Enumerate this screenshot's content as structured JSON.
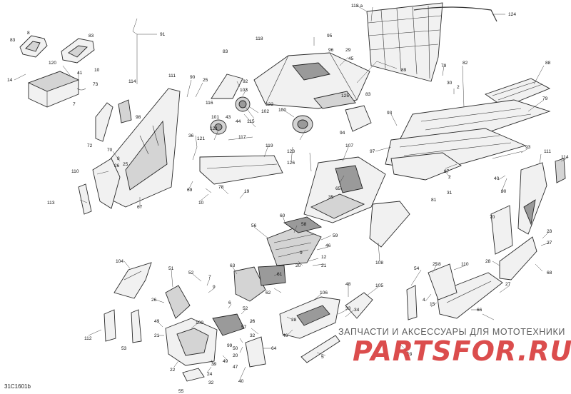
{
  "diagram_code": "31C1601b",
  "watermark": {
    "tagline": "ЗАПЧАСТИ И АКСЕССУАРЫ ДЛЯ МОТОТЕХНИКИ",
    "logo": "PARTSFOR.RU",
    "color": "#d83a3a"
  },
  "callouts": [
    {
      "id": "c118a",
      "label": "118 a"
    },
    {
      "id": "c124",
      "label": "124"
    },
    {
      "id": "c83a",
      "label": "83"
    },
    {
      "id": "c8",
      "label": "8"
    },
    {
      "id": "c83b",
      "label": "83"
    },
    {
      "id": "c91",
      "label": "91"
    },
    {
      "id": "c95",
      "label": "95"
    },
    {
      "id": "c96",
      "label": "96"
    },
    {
      "id": "c29a",
      "label": "29"
    },
    {
      "id": "c45",
      "label": "45"
    },
    {
      "id": "c118",
      "label": "118"
    },
    {
      "id": "c89",
      "label": "89"
    },
    {
      "id": "c82",
      "label": "82"
    },
    {
      "id": "c79a",
      "label": "79"
    },
    {
      "id": "c88",
      "label": "88"
    },
    {
      "id": "c120",
      "label": "120"
    },
    {
      "id": "c41",
      "label": "41"
    },
    {
      "id": "c10a",
      "label": "10"
    },
    {
      "id": "c14",
      "label": "14"
    },
    {
      "id": "c73",
      "label": "73"
    },
    {
      "id": "c7a",
      "label": "7"
    },
    {
      "id": "c83c",
      "label": "83"
    },
    {
      "id": "c30",
      "label": "30"
    },
    {
      "id": "c2a",
      "label": "2"
    },
    {
      "id": "c111a",
      "label": "111"
    },
    {
      "id": "c90a",
      "label": "90"
    },
    {
      "id": "c25a",
      "label": "25"
    },
    {
      "id": "c92",
      "label": "92"
    },
    {
      "id": "c103",
      "label": "103"
    },
    {
      "id": "c125",
      "label": "125"
    },
    {
      "id": "c83d",
      "label": "83"
    },
    {
      "id": "c79b",
      "label": "79"
    },
    {
      "id": "c114a",
      "label": "114"
    },
    {
      "id": "c116",
      "label": "116"
    },
    {
      "id": "c122",
      "label": "122"
    },
    {
      "id": "c102",
      "label": "102"
    },
    {
      "id": "c100",
      "label": "100"
    },
    {
      "id": "c98",
      "label": "98"
    },
    {
      "id": "c101",
      "label": "101"
    },
    {
      "id": "c43",
      "label": "43"
    },
    {
      "id": "c44",
      "label": "44"
    },
    {
      "id": "c115",
      "label": "115"
    },
    {
      "id": "c93a",
      "label": "93"
    },
    {
      "id": "c94",
      "label": "94"
    },
    {
      "id": "c72",
      "label": "72"
    },
    {
      "id": "c36",
      "label": "36"
    },
    {
      "id": "c121a",
      "label": "121"
    },
    {
      "id": "c121b",
      "label": "121"
    },
    {
      "id": "c117",
      "label": "117"
    },
    {
      "id": "c97",
      "label": "97"
    },
    {
      "id": "c93b",
      "label": "93"
    },
    {
      "id": "c70a",
      "label": "70"
    },
    {
      "id": "c8b",
      "label": "8"
    },
    {
      "id": "c119",
      "label": "119"
    },
    {
      "id": "c123",
      "label": "123"
    },
    {
      "id": "c107",
      "label": "107"
    },
    {
      "id": "c111b",
      "label": "111"
    },
    {
      "id": "c114b",
      "label": "114"
    },
    {
      "id": "c110a",
      "label": "110"
    },
    {
      "id": "c26a",
      "label": "26"
    },
    {
      "id": "c25b",
      "label": "25"
    },
    {
      "id": "c126",
      "label": "126"
    },
    {
      "id": "c87",
      "label": "87"
    },
    {
      "id": "c2b",
      "label": "2"
    },
    {
      "id": "c69",
      "label": "69"
    },
    {
      "id": "c78",
      "label": "78"
    },
    {
      "id": "c19",
      "label": "19"
    },
    {
      "id": "c65",
      "label": "65"
    },
    {
      "id": "c31",
      "label": "31"
    },
    {
      "id": "c81",
      "label": "81"
    },
    {
      "id": "c40a",
      "label": "40"
    },
    {
      "id": "c90b",
      "label": "90"
    },
    {
      "id": "c113",
      "label": "113"
    },
    {
      "id": "c67",
      "label": "67"
    },
    {
      "id": "c10b",
      "label": "10"
    },
    {
      "id": "c35",
      "label": "35"
    },
    {
      "id": "c60",
      "label": "60"
    },
    {
      "id": "c58",
      "label": "58"
    },
    {
      "id": "c70b",
      "label": "70"
    },
    {
      "id": "c56",
      "label": "56"
    },
    {
      "id": "c59",
      "label": "59"
    },
    {
      "id": "c46a",
      "label": "46"
    },
    {
      "id": "c23",
      "label": "23"
    },
    {
      "id": "c27a",
      "label": "27"
    },
    {
      "id": "c9a",
      "label": "9"
    },
    {
      "id": "c12",
      "label": "12"
    },
    {
      "id": "c20a",
      "label": "20"
    },
    {
      "id": "c21a",
      "label": "21"
    },
    {
      "id": "c108",
      "label": "108"
    },
    {
      "id": "c104",
      "label": "104"
    },
    {
      "id": "c63",
      "label": "63"
    },
    {
      "id": "c61",
      "label": "61"
    },
    {
      "id": "c28a",
      "label": "28"
    },
    {
      "id": "c54",
      "label": "54"
    },
    {
      "id": "c110b",
      "label": "110"
    },
    {
      "id": "c68",
      "label": "68"
    },
    {
      "id": "c51",
      "label": "51"
    },
    {
      "id": "c52a",
      "label": "52"
    },
    {
      "id": "c7b",
      "label": "7"
    },
    {
      "id": "c8c",
      "label": "8"
    },
    {
      "id": "c9b",
      "label": "9"
    },
    {
      "id": "c62",
      "label": "62"
    },
    {
      "id": "c48",
      "label": "48"
    },
    {
      "id": "c105",
      "label": "105"
    },
    {
      "id": "c25c",
      "label": "25"
    },
    {
      "id": "c27b",
      "label": "27"
    },
    {
      "id": "c26b",
      "label": "26"
    },
    {
      "id": "c6",
      "label": "6"
    },
    {
      "id": "c106",
      "label": "106"
    },
    {
      "id": "c52b",
      "label": "52"
    },
    {
      "id": "c33",
      "label": "33"
    },
    {
      "id": "c34",
      "label": "34"
    },
    {
      "id": "c4",
      "label": "4"
    },
    {
      "id": "c15",
      "label": "15"
    },
    {
      "id": "c66",
      "label": "66"
    },
    {
      "id": "c109",
      "label": "109"
    },
    {
      "id": "c57",
      "label": "57"
    },
    {
      "id": "c46b",
      "label": "46"
    },
    {
      "id": "c32a",
      "label": "32"
    },
    {
      "id": "c26c",
      "label": "26"
    },
    {
      "id": "c28b",
      "label": "28"
    },
    {
      "id": "c49a",
      "label": "49"
    },
    {
      "id": "c112",
      "label": "112"
    },
    {
      "id": "c53",
      "label": "53"
    },
    {
      "id": "c21b",
      "label": "21"
    },
    {
      "id": "c50",
      "label": "50"
    },
    {
      "id": "c47",
      "label": "47"
    },
    {
      "id": "c64",
      "label": "64"
    },
    {
      "id": "c22",
      "label": "22"
    },
    {
      "id": "c39",
      "label": "39"
    },
    {
      "id": "c24",
      "label": "24"
    },
    {
      "id": "c32b",
      "label": "32"
    },
    {
      "id": "c49b",
      "label": "49"
    },
    {
      "id": "c55",
      "label": "55"
    },
    {
      "id": "c40b",
      "label": "40"
    },
    {
      "id": "c20b",
      "label": "20"
    },
    {
      "id": "c99",
      "label": "99"
    },
    {
      "id": "c5",
      "label": "5"
    },
    {
      "id": "c13",
      "label": "13"
    }
  ]
}
